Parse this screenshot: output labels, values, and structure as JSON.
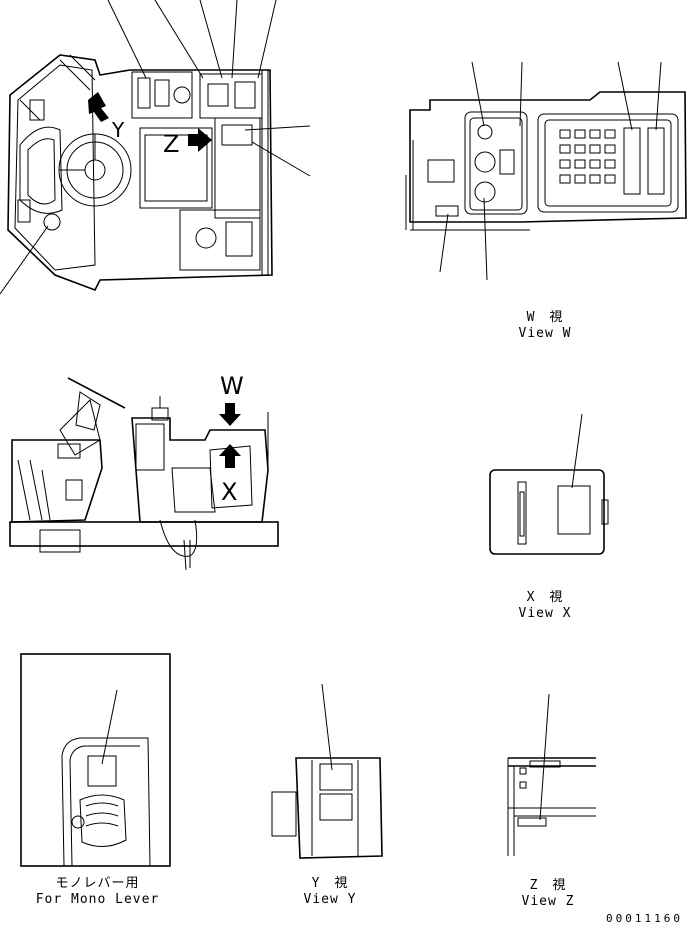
{
  "views": {
    "top_plan": {
      "arrow_z": "Z",
      "arrow_y": "Y"
    },
    "side": {
      "arrow_w": "W",
      "arrow_x": "X"
    },
    "view_w": {
      "caption_jp": "W　視",
      "caption_en": "View W"
    },
    "view_x": {
      "caption_jp": "X　視",
      "caption_en": "View X"
    },
    "mono_lever": {
      "caption_jp": "モノレバー用",
      "caption_en": "For Mono Lever"
    },
    "view_y": {
      "caption_jp": "Y　視",
      "caption_en": "View Y"
    },
    "view_z": {
      "caption_jp": "Z　視",
      "caption_en": "View Z"
    }
  },
  "document_number": "00011160"
}
